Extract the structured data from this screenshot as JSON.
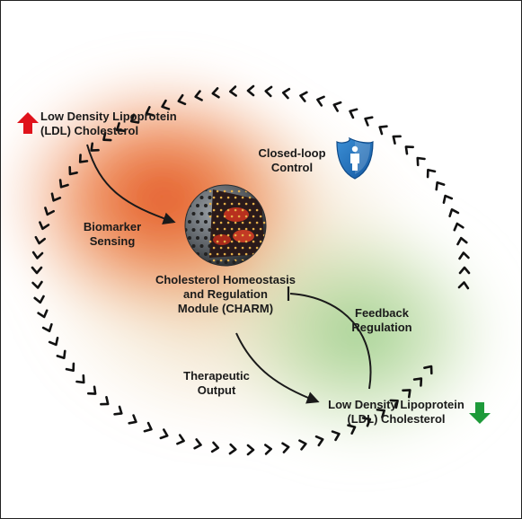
{
  "diagram": {
    "ldl_top": "Low Density Lipoprotein\n(LDL) Cholesterol",
    "ldl_bottom": "Low Density Lipoprotein\n(LDL) Cholesterol",
    "closed_loop": "Closed-loop\nControl",
    "biomarker": "Biomarker\nSensing",
    "module": "Cholesterol Homeostasis\nand Regulation\nModule (CHARM)",
    "feedback": "Feedback\nRegulation",
    "therapeutic": "Therapeutic\nOutput",
    "colors": {
      "up_arrow": "#e0121b",
      "down_arrow": "#1e9a3a",
      "gradient_warm": "#e8521d",
      "gradient_cool": "#a9d39a",
      "shield": "#1d6fb8",
      "chevron": "#111111"
    },
    "icons": {
      "up_arrow": "red-up-arrow-icon",
      "down_arrow": "green-down-arrow-icon",
      "shield": "shield-person-icon",
      "sphere": "charm-sphere-icon"
    }
  }
}
